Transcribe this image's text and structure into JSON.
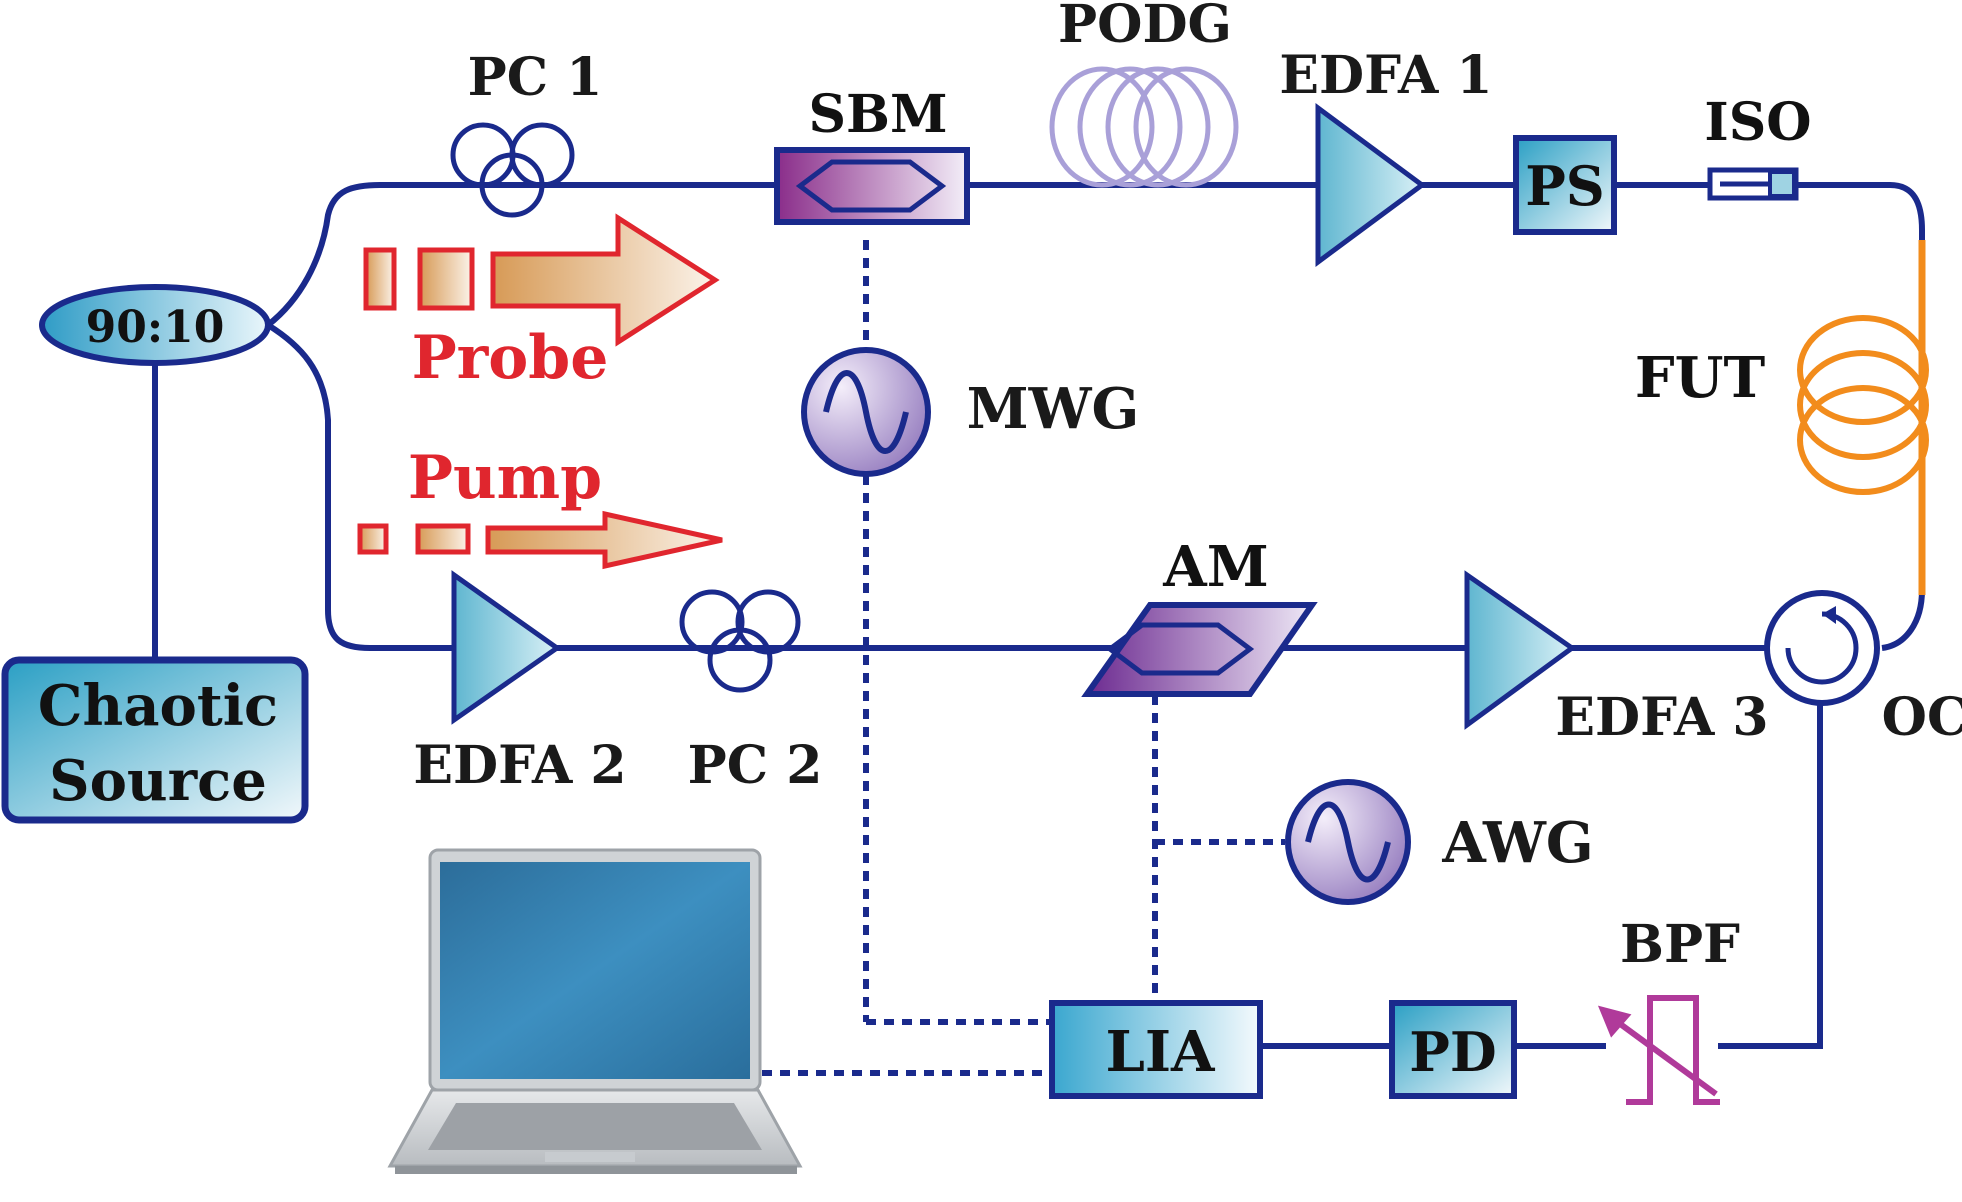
{
  "colors": {
    "fiber": "#1a2a8c",
    "probe_label": "#e0262e",
    "fut_coil": "#f28c1c",
    "podg_coil": "#a9a0d8",
    "modulator": "#7a3d9a",
    "amplifier": "#7ec8d8",
    "filter": "#b03a9a"
  },
  "labels": {
    "source": [
      "Chaotic",
      "Source"
    ],
    "coupler": "90:10",
    "pc1": "PC 1",
    "pc2": "PC 2",
    "sbm": "SBM",
    "podg": "PODG",
    "edfa1": "EDFA 1",
    "edfa2": "EDFA 2",
    "edfa3": "EDFA 3",
    "ps": "PS",
    "iso": "ISO",
    "fut": "FUT",
    "mwg": "MWG",
    "am": "AM",
    "oc": "OC",
    "awg": "AWG",
    "bpf": "BPF",
    "lia": "LIA",
    "pd": "PD",
    "probe": "Probe",
    "pump": "Pump"
  },
  "icons": [
    "polarization-controller-icon",
    "fiber-coil-icon",
    "amplifier-triangle-icon",
    "signal-generator-icon",
    "circulator-icon",
    "tunable-filter-icon",
    "laptop-icon",
    "arrow-icon"
  ]
}
